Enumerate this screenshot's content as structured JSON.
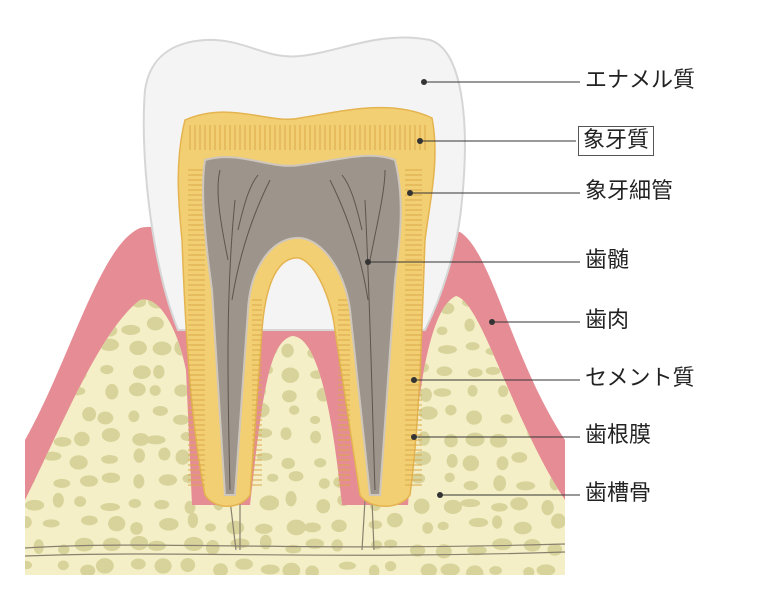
{
  "labels": [
    {
      "id": "enamel",
      "text": "エナメル質",
      "boxed": false
    },
    {
      "id": "dentin",
      "text": "象牙質",
      "boxed": true
    },
    {
      "id": "dentinal-tubules",
      "text": "象牙細管",
      "boxed": false
    },
    {
      "id": "pulp",
      "text": "歯髄",
      "boxed": false
    },
    {
      "id": "gingiva",
      "text": "歯肉",
      "boxed": false
    },
    {
      "id": "cementum",
      "text": "セメント質",
      "boxed": false
    },
    {
      "id": "periodontal-ligament",
      "text": "歯根膜",
      "boxed": false
    },
    {
      "id": "alveolar-bone",
      "text": "歯槽骨",
      "boxed": false
    }
  ],
  "colors": {
    "enamel": "#f4f4f4",
    "dentin": "#f3cf73",
    "pulp": "#9d948b",
    "gum": "#e58c94",
    "bone": "#f4efc6",
    "bone_spots": "#d8d39a",
    "line": "#333333"
  }
}
